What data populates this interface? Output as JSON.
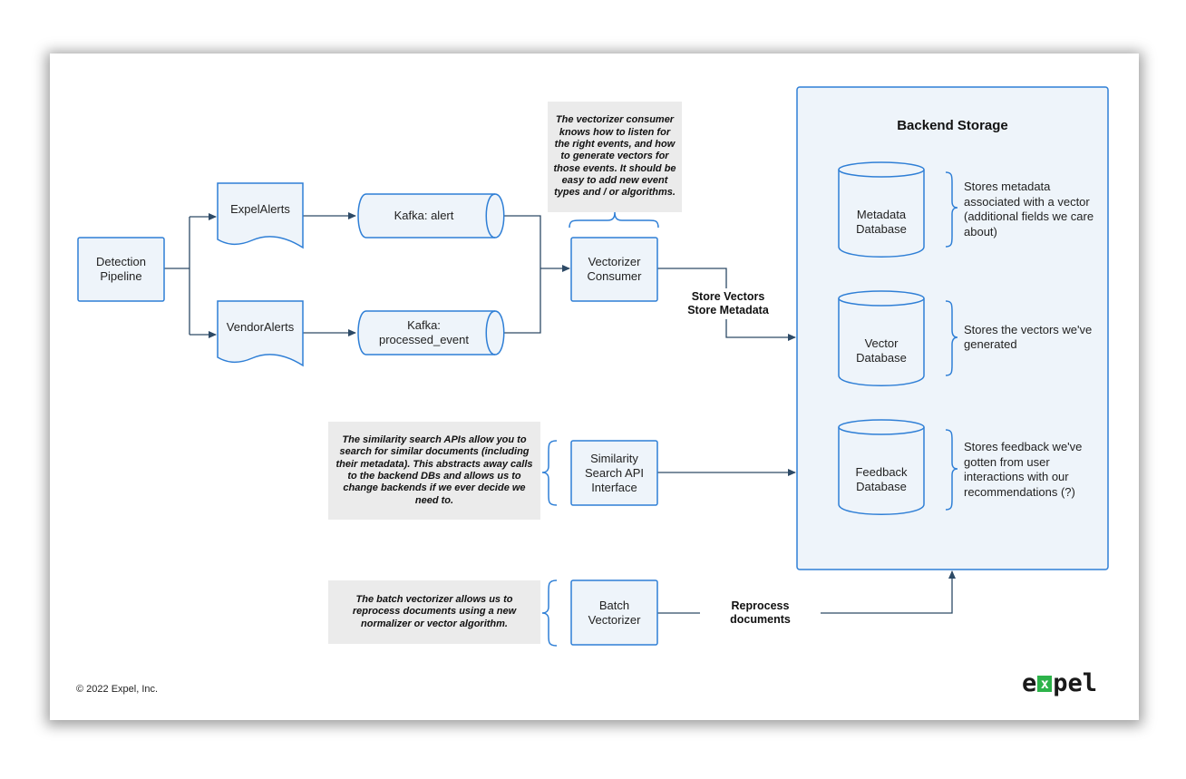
{
  "nodes": {
    "detection_pipeline": "Detection\nPipeline",
    "expel_alerts": "ExpelAlerts",
    "vendor_alerts": "VendorAlerts",
    "kafka_alert": "Kafka: alert",
    "kafka_processed": "Kafka:\nprocessed_event",
    "vectorizer_consumer": "Vectorizer\nConsumer",
    "similarity_api": "Similarity\nSearch API\nInterface",
    "batch_vectorizer": "Batch\nVectorizer",
    "metadata_db": "Metadata\nDatabase",
    "vector_db": "Vector\nDatabase",
    "feedback_db": "Feedback\nDatabase"
  },
  "backend_title": "Backend Storage",
  "notes": {
    "vectorizer": "The vectorizer consumer\nknows how to listen for\nthe right events, and how\nto generate vectors for\nthose events. It should be\neasy to add new event\ntypes and / or algorithms.",
    "similarity": "The similarity search APIs allow you to\nsearch for similar documents (including\ntheir metadata). This abstracts away calls\nto the backend DBs and allows us to\nchange backends if we ever decide we\nneed to.",
    "batch": "The batch vectorizer allows us to\nreprocess documents using a new\nnormalizer or vector algorithm."
  },
  "side_notes": {
    "metadata": "Stores metadata\nassociated with a vector\n(additional fields we care\nabout)",
    "vectors": "Stores the vectors we've\ngenerated",
    "feedback": "Stores feedback we've\ngotten from user\ninteractions with our\nrecommendations (?)"
  },
  "edge_labels": {
    "store": "Store Vectors\nStore Metadata",
    "reprocess": "Reprocess documents"
  },
  "footer": {
    "copyright": "© 2022 Expel, Inc."
  },
  "logo": {
    "left": "e",
    "mark": "x",
    "right": "pel"
  },
  "colors": {
    "node_stroke": "#2f7fd6",
    "node_fill": "#eef4fa",
    "edge": "#2d4a66",
    "note_fill": "#ebebeb",
    "logo_accent": "#2db34a"
  }
}
